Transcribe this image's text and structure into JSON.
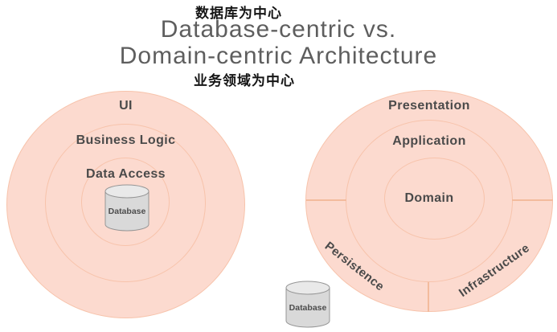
{
  "header": {
    "zh_top": "数据库为中心",
    "title_line1": "Database-centric vs.",
    "title_line2": "Domain-centric Architecture",
    "zh_bottom": "业务领域为中心"
  },
  "left": {
    "name": "database-centric-onion",
    "rings": [
      "UI",
      "Business Logic",
      "Data Access"
    ],
    "cylinder_label": "Database"
  },
  "right": {
    "name": "domain-centric-onion",
    "rings": [
      "Presentation",
      "Application",
      "Domain"
    ],
    "sectors": [
      "Persistence",
      "Infrastructure"
    ],
    "cylinder_label": "Database"
  },
  "colors": {
    "ring_fill": "#fcdacf",
    "ring_stroke": "#f7c3ab",
    "divider_stroke": "#f3bb9d",
    "title_text": "#5e5e5e",
    "label_text": "#4a4a4a",
    "zh_text": "#151515",
    "cylinder_body": "#d9d9d9",
    "cylinder_top": "#e9e9e9",
    "cylinder_stroke": "#969696"
  }
}
